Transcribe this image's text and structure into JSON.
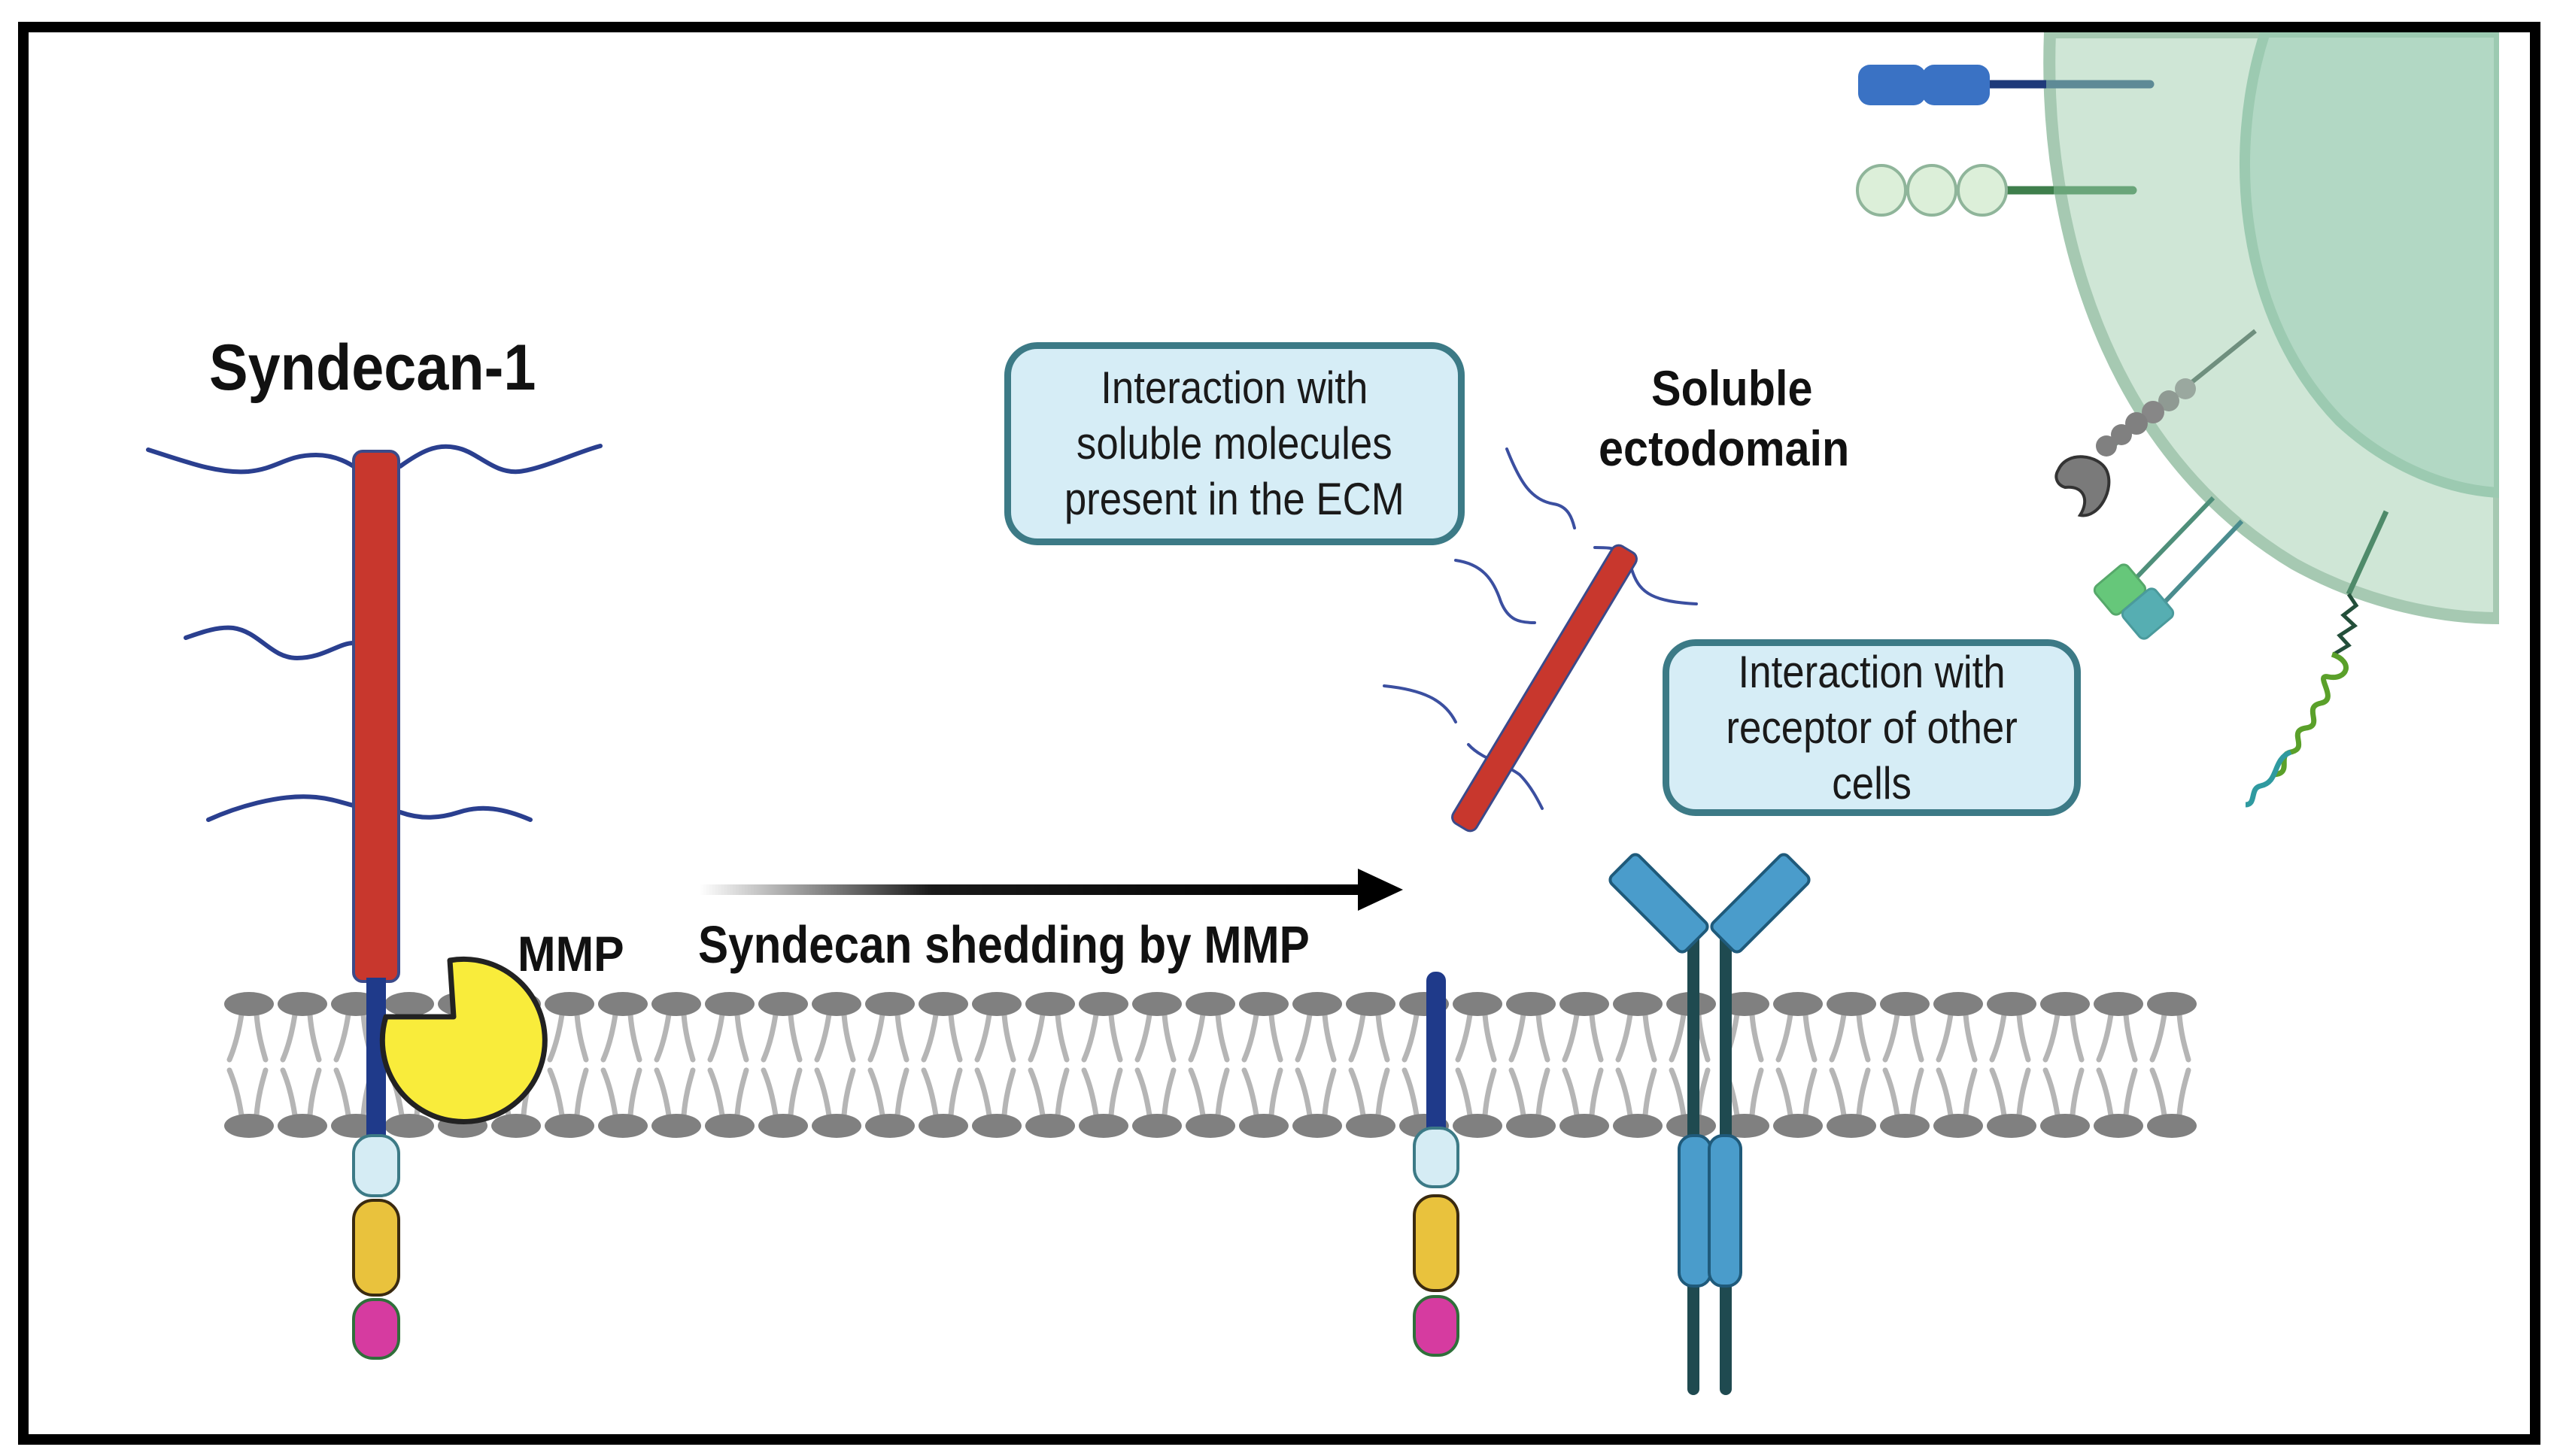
{
  "figure": {
    "title": "Syndecan-1",
    "enzyme_label": "MMP",
    "process_label": "Syndecan shedding by MMP",
    "shed_label_line1": "Soluble",
    "shed_label_line2": "ectodomain",
    "callouts": [
      {
        "text": "Interaction with\nsoluble molecules\npresent in the ECM"
      },
      {
        "text": "Interaction with\nreceptor of other\ncells"
      }
    ]
  },
  "legend_colors": {
    "core_protein": "#c8372d",
    "gag_chain": "#2a3f8f",
    "transmembrane": "#1f3a8a",
    "cyto_c1": "#d5ecf4",
    "cyto_v": "#e9c23d",
    "cyto_c2": "#d63ba0",
    "mmp": "#f9ec3b",
    "lipid_head": "#808080",
    "lipid_tail": "#b5b5b5",
    "receptor": "#4a9ccb",
    "receptor_stalk": "#1f4a50",
    "callout_fill": "#d6edf6",
    "callout_border": "#3c7a86",
    "cell_cytoplasm": "#d0e8d9",
    "cell_nucleus": "#b2d8c4"
  },
  "elements": {
    "intact_syndecan": "Syndecan-1 core protein with heparan sulfate chains",
    "mmp_enzyme": "MMP (matrix metalloproteinase)",
    "membrane": "lipid bilayer",
    "shed_ectodomain": "soluble ectodomain",
    "remnant": "membrane-bound remnant",
    "receptor": "Y-shaped receptor",
    "other_cell": "neighbouring cell with surface receptors"
  }
}
